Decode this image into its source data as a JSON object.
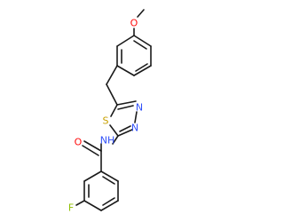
{
  "molecule": {
    "atoms": {
      "methoxy_o": {
        "label": "O",
        "color": "#ff0d0d"
      },
      "ring_s": {
        "label": "S",
        "color": "#c8a000"
      },
      "ring_n1": {
        "label": "N",
        "color": "#3050f8"
      },
      "ring_n2": {
        "label": "N",
        "color": "#3050f8"
      },
      "amide_nh": {
        "label": "NH",
        "color": "#3050f8"
      },
      "amide_o": {
        "label": "O",
        "color": "#ff0d0d"
      },
      "fluoro_f": {
        "label": "F",
        "color": "#8fbf00"
      }
    }
  }
}
